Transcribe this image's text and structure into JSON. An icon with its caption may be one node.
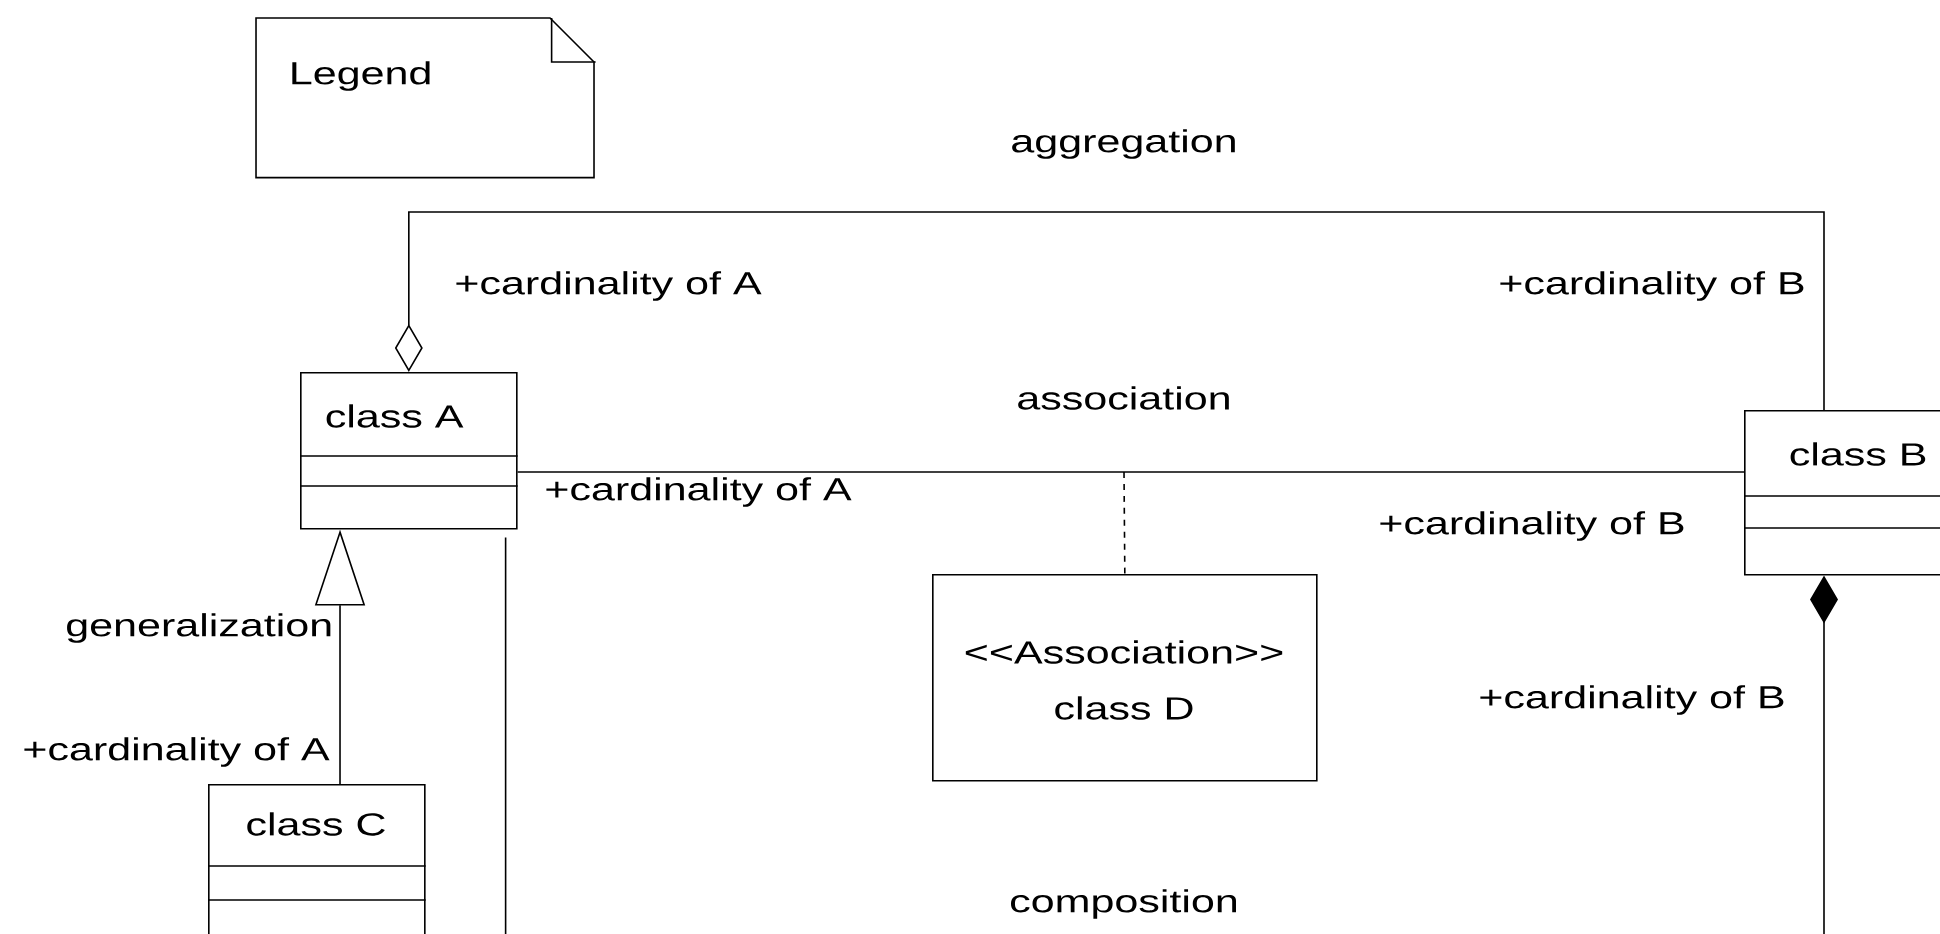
{
  "diagram": {
    "nodes": [
      {
        "text": [
          "Legend"
        ]
      },
      {
        "text": [
          "class A"
        ]
      },
      {
        "text": [
          "class B"
        ]
      },
      {
        "text": [
          "class C"
        ]
      },
      {
        "text": [
          "<<Association>>",
          "class D"
        ]
      }
    ],
    "edges": [
      {
        "from": 1,
        "to": 2,
        "arrow": "other",
        "label": "aggregation"
      },
      {
        "from": 1,
        "to": 2,
        "arrow": "none",
        "label": "association"
      },
      {
        "from": null,
        "to": 4,
        "arrow": "none",
        "style": "dashed"
      },
      {
        "from": 3,
        "to": 1,
        "arrow": "to",
        "label": "generalization"
      },
      {
        "from": 2,
        "to": 1,
        "arrow": "other",
        "label": "composition"
      }
    ],
    "labels": [
      "+cardinality of A",
      "+cardinality of B",
      "+cardinality of A",
      "+cardinality of B",
      "+cardinality of B",
      "+cardinality of A"
    ]
  }
}
